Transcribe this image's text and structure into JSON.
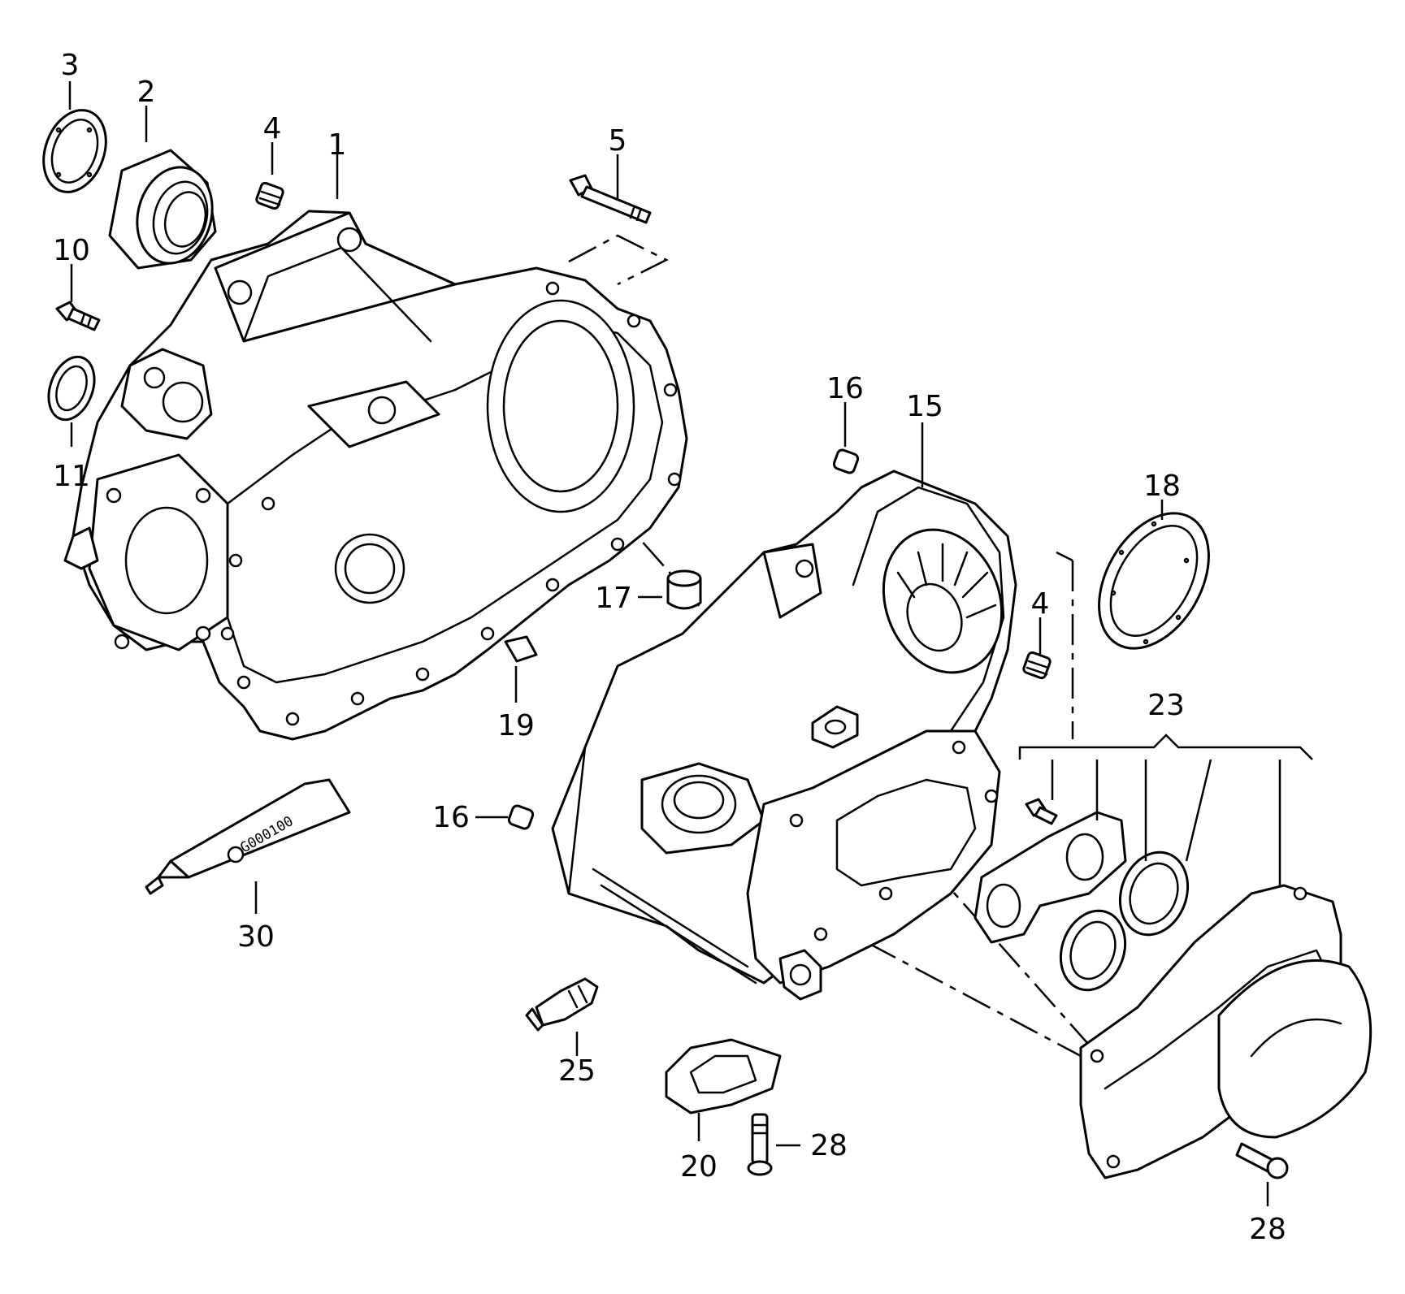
{
  "callouts": {
    "c1": "1",
    "c2": "2",
    "c3": "3",
    "c4a": "4",
    "c4b": "4",
    "c5": "5",
    "c10": "10",
    "c11": "11",
    "c15": "15",
    "c16a": "16",
    "c16b": "16",
    "c17": "17",
    "c18": "18",
    "c19": "19",
    "c20": "20",
    "c23": "23",
    "c25": "25",
    "c28a": "28",
    "c28b": "28",
    "c30": "30"
  },
  "tube_label": "G000100"
}
